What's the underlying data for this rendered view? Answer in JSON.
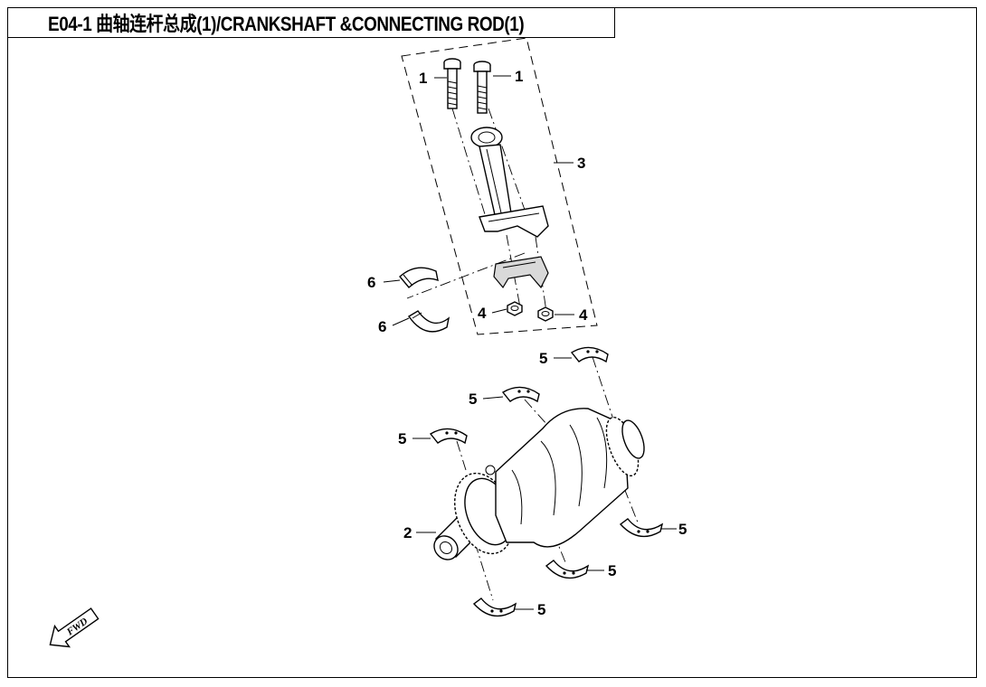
{
  "title": "E04-1 曲轴连杆总成(1)/CRANKSHAFT &CONNECTING ROD(1)",
  "callouts": {
    "bolt_left": "1",
    "bolt_right": "1",
    "crankshaft": "2",
    "conrod_assembly": "3",
    "nut_left": "4",
    "nut_right": "4",
    "main_bearing_top_right": "5",
    "main_bearing_upper_mid": "5",
    "main_bearing_left": "5",
    "main_bearing_lower_right": "5",
    "main_bearing_lower_mid": "5",
    "main_bearing_bottom": "5",
    "rod_bearing_upper": "6",
    "rod_bearing_lower": "6"
  },
  "fwd_arrow": "FWD",
  "icons": {
    "fwd": "forward-arrow-icon"
  }
}
